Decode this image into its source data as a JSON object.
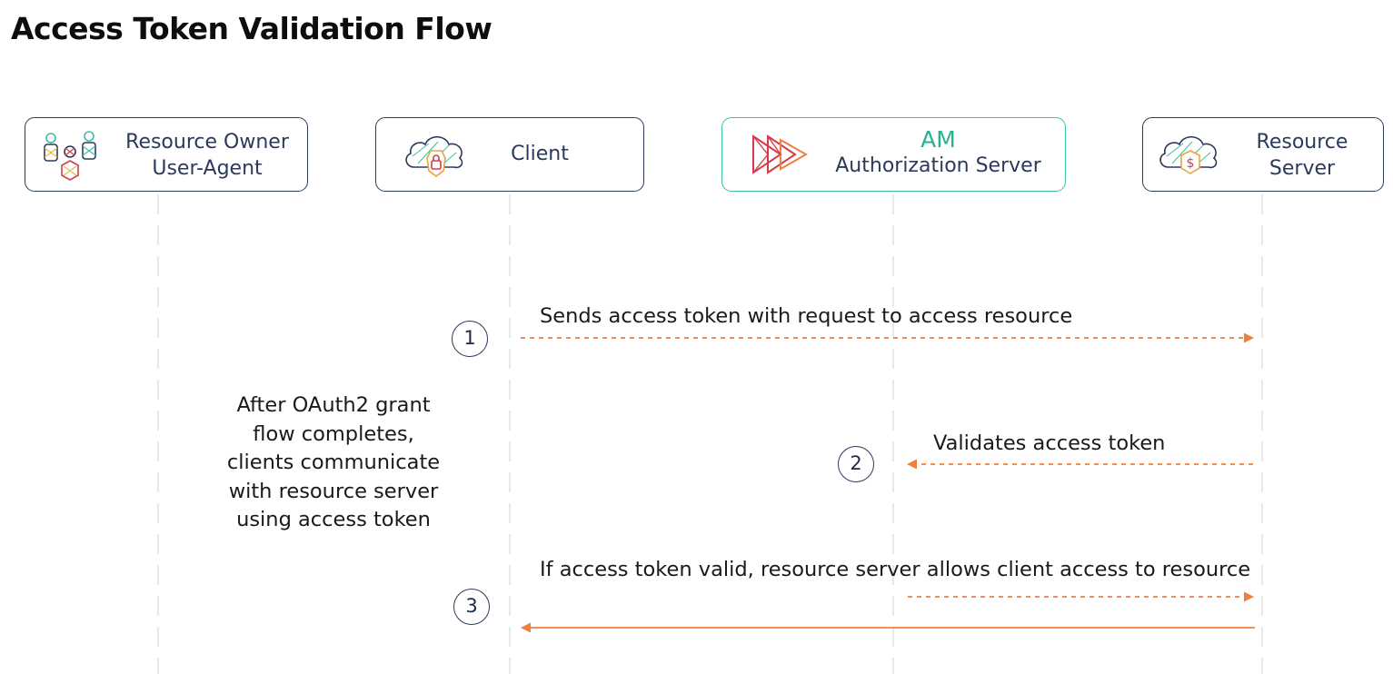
{
  "title": "Access Token Validation Flow",
  "colors": {
    "box_border": "#2b3a5c",
    "am_border": "#3ebfa0",
    "am_text": "#25b38f",
    "arrow": "#f07f3c",
    "lifeline": "#dcdcdc"
  },
  "actors": [
    {
      "line1": "Resource Owner",
      "line2": "User-Agent",
      "icon": "users-icon"
    },
    {
      "line1": "Client",
      "line2": "",
      "icon": "cloud-lock-icon"
    },
    {
      "line1": "AM",
      "line2": "Authorization Server",
      "icon": "am-logo-icon"
    },
    {
      "line1": "Resource",
      "line2": "Server",
      "icon": "cloud-dollar-icon"
    }
  ],
  "steps": [
    {
      "number": "1",
      "label": "Sends access token with request to access resource"
    },
    {
      "number": "2",
      "label": "Validates access token"
    },
    {
      "number": "3",
      "label": "If access token valid, resource server allows client access to resource"
    }
  ],
  "note": {
    "lines": [
      "After OAuth2 grant",
      "flow completes,",
      "clients communicate",
      "with resource server",
      "using access token"
    ]
  }
}
